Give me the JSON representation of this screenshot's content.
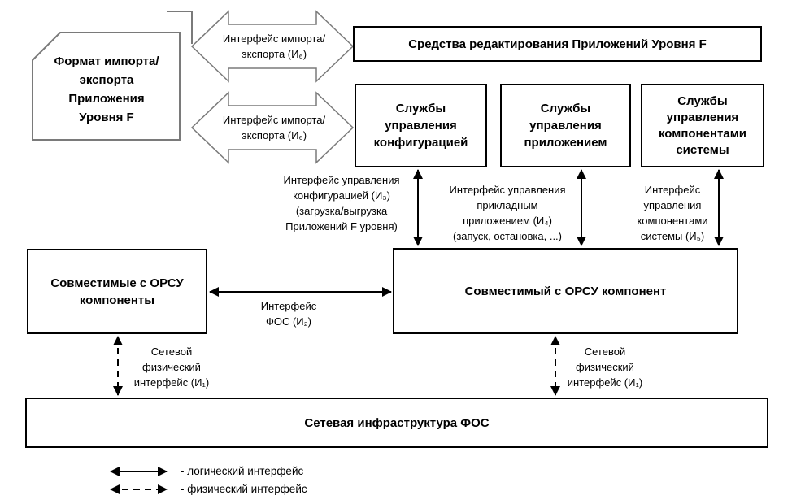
{
  "colors": {
    "line": "#000000",
    "box_border": "#000000",
    "shape_outline": "#7a7a7a",
    "background": "#ffffff"
  },
  "nodes": {
    "format_box": "Формат импорта/\nэкспорта\nПриложения\nУровня F",
    "editor_box": "Средства редактирования Приложений Уровня F",
    "services": [
      "Службы\nуправления\nконфигурацией",
      "Службы\nуправления\nприложением",
      "Службы\nуправления\nкомпонентами\nсистемы"
    ],
    "compatible_components": "Совместимые с ОРСУ\nкомпоненты",
    "compatible_component": "Совместимый с ОРСУ компонент",
    "network_infrastructure": "Сетевая инфраструктура ФОС"
  },
  "interfaces": {
    "import_export_top": "Интерфейс импорта/\nэкспорта (И₆)",
    "import_export_bottom": "Интерфейс импорта/\nэкспорта (И₆)",
    "config_mgmt": "Интерфейс управления\nконфигурацией (И₃)\n(загрузка/выгрузка\nПриложений F уровня)",
    "app_mgmt": "Интерфейс управления\nприкладным\nприложением (И₄)\n(запуск, остановка, ...)",
    "component_mgmt": "Интерфейс\nуправления\nкомпонентами\nсистемы (И₅)",
    "fos": "Интерфейс\nФОС (И₂)",
    "network_left": "Сетевой\nфизический\nинтерфейс (И₁)",
    "network_right": "Сетевой\nфизический\nинтерфейс (И₁)"
  },
  "legend": {
    "logical": "- логический интерфейс",
    "physical": "- физический интерфейс"
  }
}
